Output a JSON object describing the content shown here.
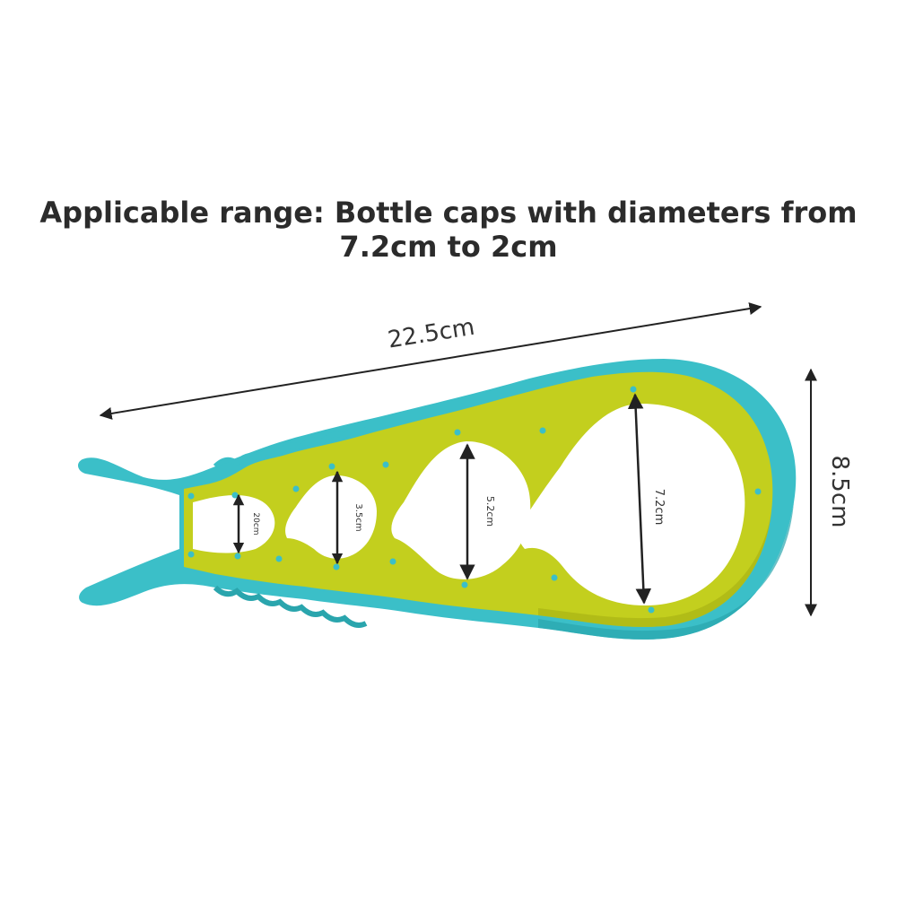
{
  "headline": {
    "line1": "Applicable range: Bottle caps with diameters from",
    "line2": "7.2cm to 2cm"
  },
  "dimensions": {
    "length": "22.5cm",
    "height": "8.5cm",
    "opening_1": "20cm",
    "opening_2": "3.5cm",
    "opening_3": "5.2cm",
    "opening_4": "7.2cm"
  },
  "colors": {
    "outer_rim": "#3bbfc8",
    "outer_rim_shadow": "#2aa5ad",
    "inner_body": "#c3cf1e",
    "inner_body_shadow": "#a9b414",
    "arrow": "#222222",
    "headline": "#2b2b2b"
  }
}
